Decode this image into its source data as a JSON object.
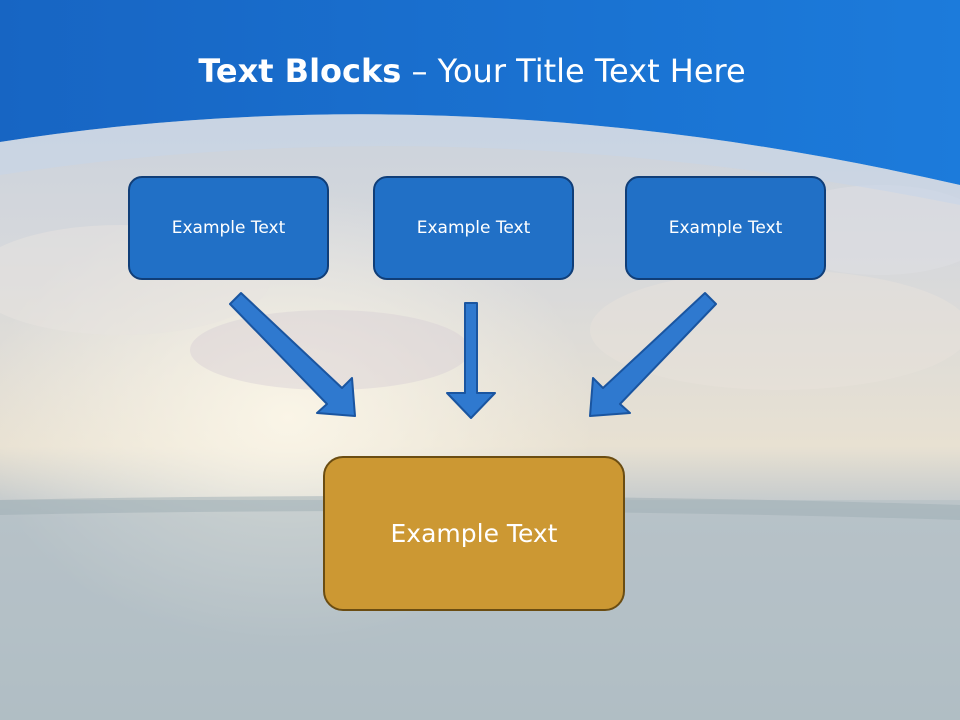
{
  "title": {
    "bold": "Text Blocks",
    "separator": " – ",
    "rest": "Your Title Text Here"
  },
  "blocks": [
    {
      "label": "Example Text"
    },
    {
      "label": "Example Text"
    },
    {
      "label": "Example Text"
    }
  ],
  "target": {
    "label": "Example Text"
  },
  "colors": {
    "header_blue": "#1b6fd0",
    "block_fill": "#2170c6",
    "block_border": "#103e78",
    "target_fill": "#cc9833",
    "target_border": "#6b4d12",
    "arrow_fill": "#2f79cf"
  }
}
